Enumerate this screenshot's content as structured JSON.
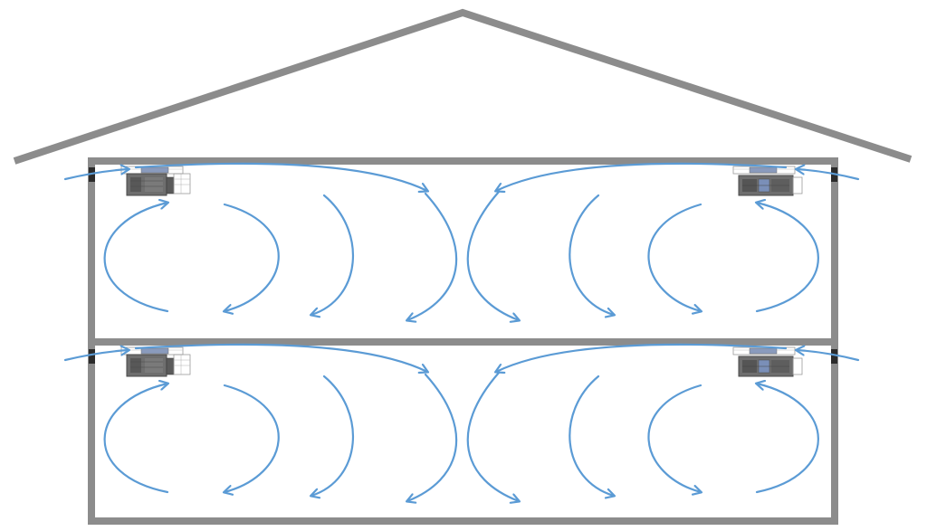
{
  "colors": {
    "structure": "#8c8c8c",
    "airflow": "#5b9bd5",
    "unit_body": "#6e6e6e",
    "unit_dark": "#4a4a4a",
    "unit_frame": "#9a9a9a",
    "vent": "#2b2b2b",
    "unit_accent": "#7a8fb8",
    "background": "#ffffff"
  },
  "diagram": {
    "floors": 2,
    "units_per_floor": 2,
    "icons": [
      "house-outline",
      "ventilation-unit-icon",
      "wall-vent-icon",
      "airflow-arrow"
    ]
  }
}
